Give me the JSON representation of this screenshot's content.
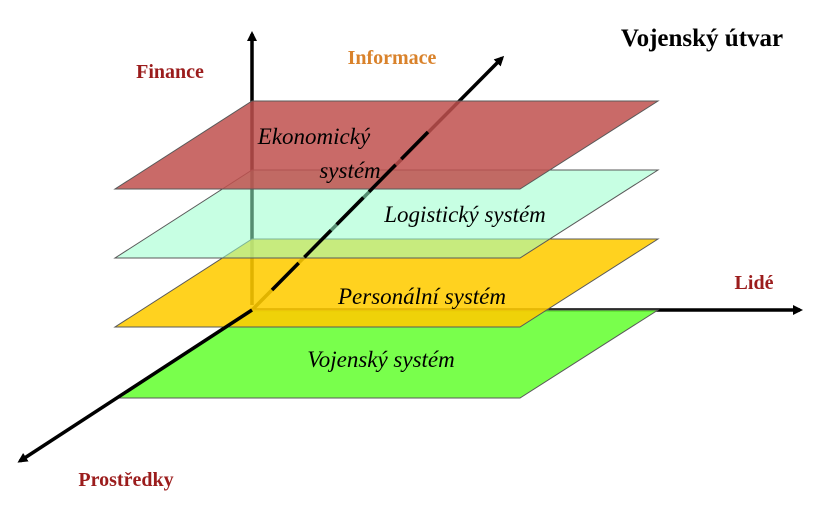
{
  "title": "Vojenský útvar",
  "axes": {
    "vertical": {
      "label": "Finance",
      "color": "#9b1c1c"
    },
    "depth": {
      "label": "Informace",
      "color": "#d9822b"
    },
    "horizontal": {
      "label": "Lidé",
      "color": "#9b1c1c"
    },
    "diagonal": {
      "label": "Prostředky",
      "color": "#9b1c1c"
    }
  },
  "layers": [
    {
      "id": "ekonomicky",
      "lines": [
        "Ekonomický",
        "systém"
      ],
      "color": "#c0504d"
    },
    {
      "id": "logisticky",
      "lines": [
        "Logistický systém"
      ],
      "color": "#99ffcc"
    },
    {
      "id": "personalni",
      "lines": [
        "Personální systém"
      ],
      "color": "#ffcc00"
    },
    {
      "id": "vojensky",
      "lines": [
        "Vojenský systém"
      ],
      "color": "#66ff33"
    }
  ],
  "colors": {
    "axis": "#000000",
    "plane_outline": "#595959"
  }
}
